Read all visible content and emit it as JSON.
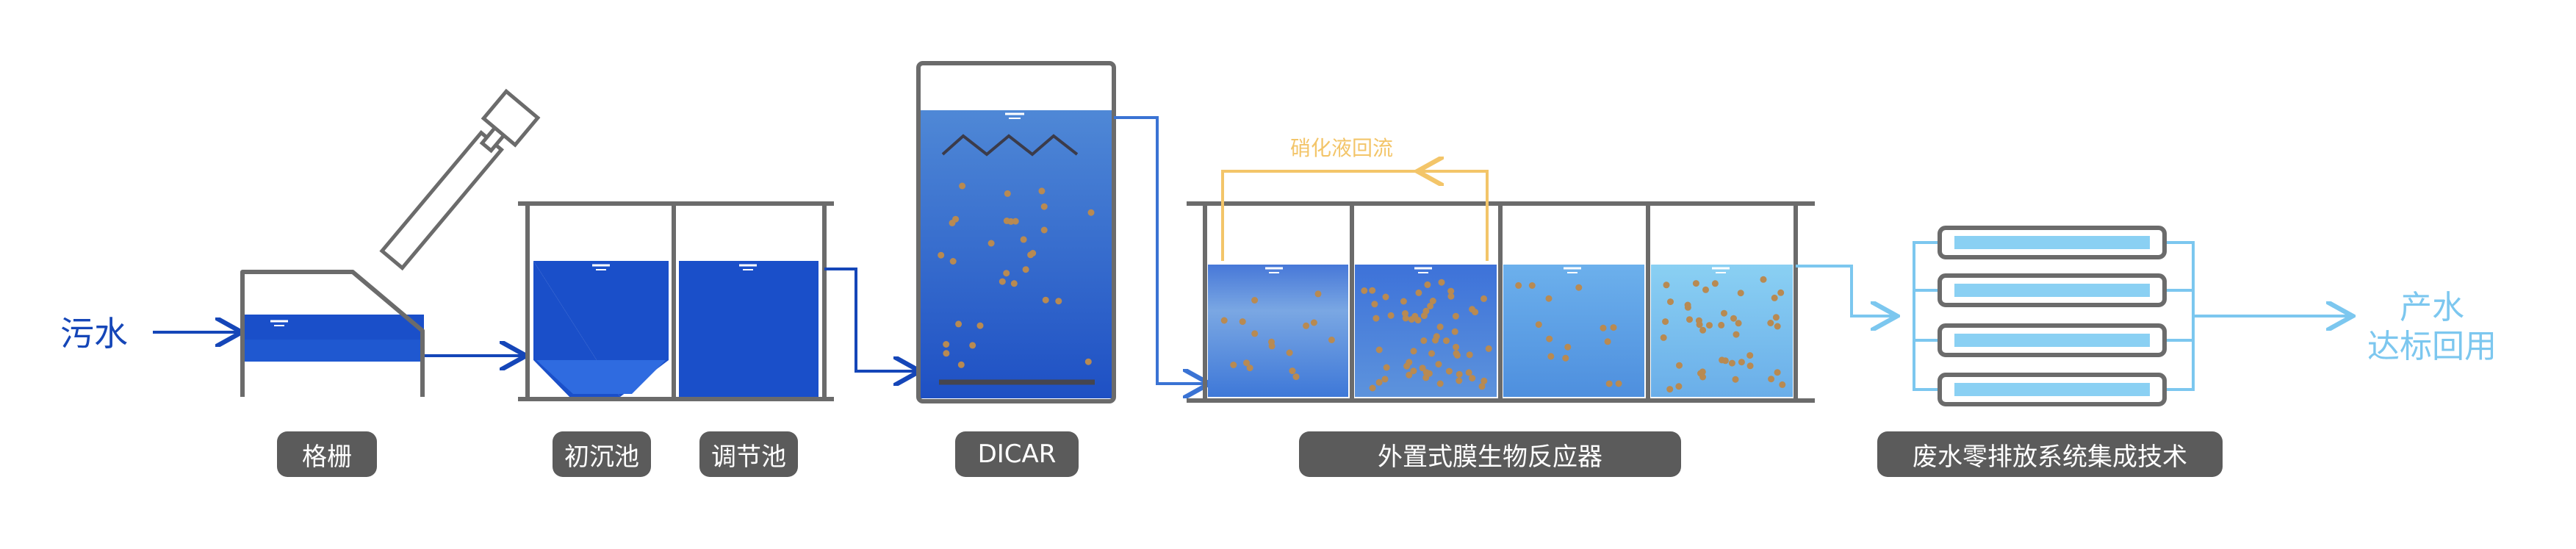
{
  "colors": {
    "outline": "#6b6b6b",
    "water_dark": "#1a4fc9",
    "water_mid": "#3a73d4",
    "water_light": "#8ad0f3",
    "arrow_dark": "#1546b8",
    "arrow_light": "#7cc7ef",
    "recycle": "#f3c569",
    "particle": "#b88a52",
    "label_bg": "#5b5b5b",
    "label_text": "#ffffff"
  },
  "input_text": "污水",
  "output_text": [
    "产水",
    "达标回用"
  ],
  "recycle_text": "硝化液回流",
  "labels": {
    "screen": "格栅",
    "primary": "初沉池",
    "regulating": "调节池",
    "dicar": "DICAR",
    "mbr": "外置式膜生物反应器",
    "zld": "废水零排放系统集成技术"
  }
}
